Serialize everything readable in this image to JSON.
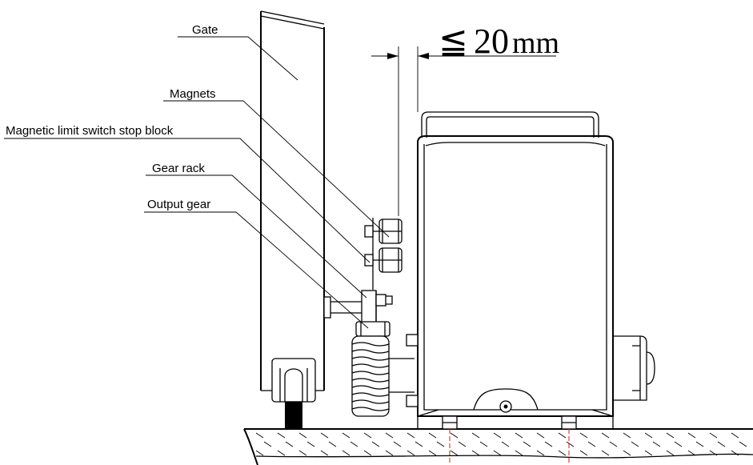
{
  "labels": {
    "gate": "Gate",
    "magnets": "Magnets",
    "stop_block": "Magnetic limit switch stop block",
    "gear_rack": "Gear rack",
    "output_gear": "Output gear"
  },
  "dimension": {
    "symbol": "≦",
    "value": "20",
    "unit": "mm"
  }
}
